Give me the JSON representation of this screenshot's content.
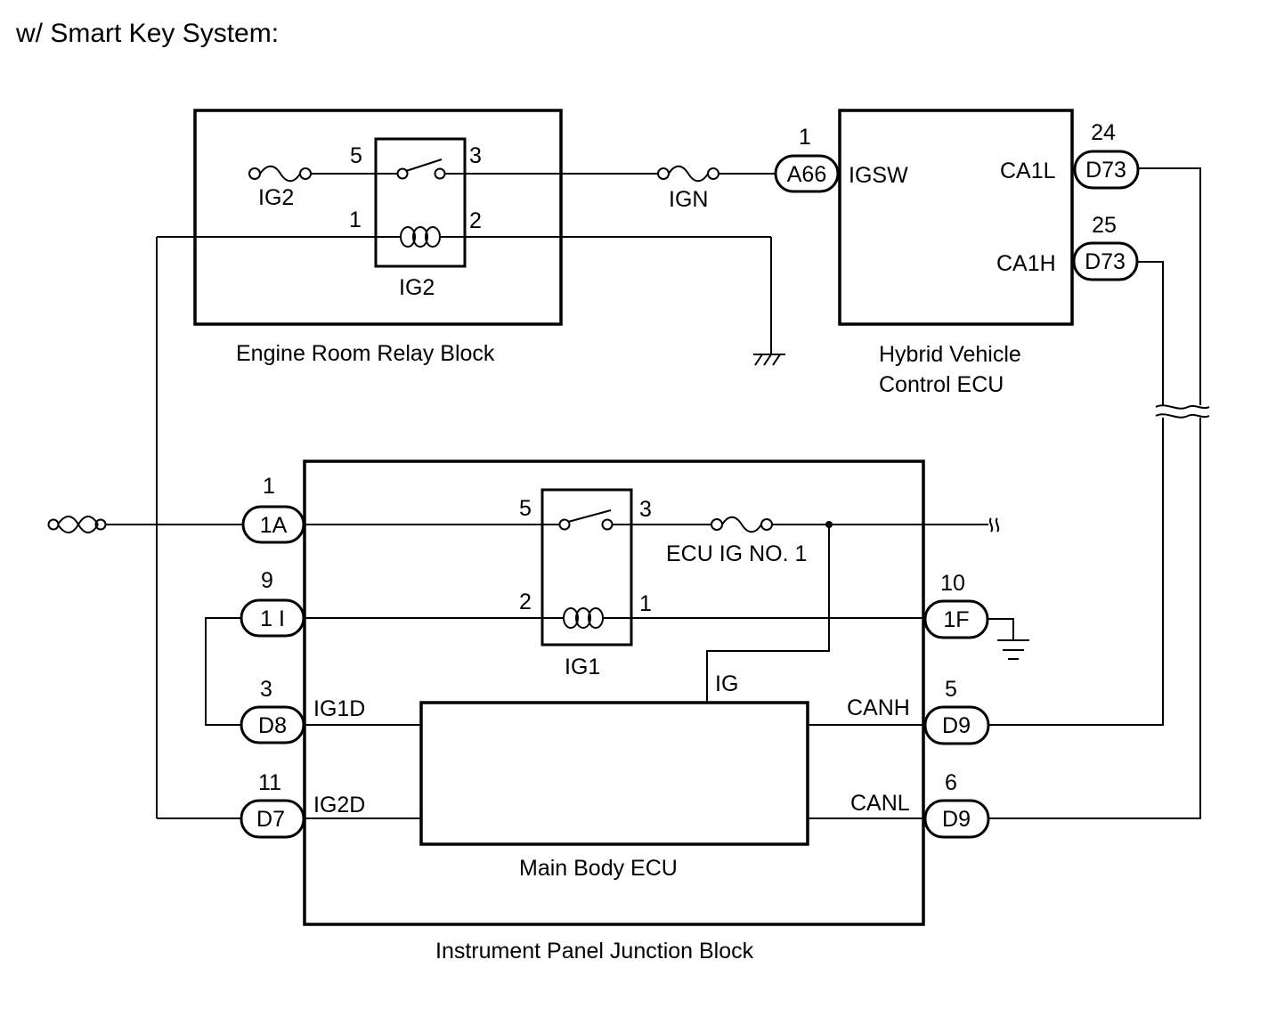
{
  "title": "w/ Smart Key System:",
  "blocks": {
    "engine_room": "Engine Room Relay Block",
    "hv_ecu_line1": "Hybrid Vehicle",
    "hv_ecu_line2": "Control ECU",
    "main_body": "Main Body ECU",
    "ip_junction": "Instrument Panel Junction Block"
  },
  "fuses": {
    "ig2": "IG2",
    "ign": "IGN",
    "ecu_ig": "ECU IG NO. 1"
  },
  "relays": {
    "ig2": "IG2",
    "ig1": "IG1"
  },
  "relay_pins": {
    "ig2_p5": "5",
    "ig2_p3": "3",
    "ig2_p1": "1",
    "ig2_p2": "2",
    "ig1_p5": "5",
    "ig1_p3": "3",
    "ig1_p2": "2",
    "ig1_p1": "1"
  },
  "terminals": {
    "igsw": "IGSW",
    "ca1l": "CA1L",
    "ca1h": "CA1H",
    "ig1d": "IG1D",
    "ig2d": "IG2D",
    "ig": "IG",
    "canh": "CANH",
    "canl": "CANL"
  },
  "connectors": [
    {
      "id": "A66",
      "pin": "1"
    },
    {
      "id": "D73",
      "pin": "24"
    },
    {
      "id": "D73",
      "pin": "25"
    },
    {
      "id": "1A",
      "pin": "1"
    },
    {
      "id": "1 I",
      "pin": "9"
    },
    {
      "id": "D8",
      "pin": "3"
    },
    {
      "id": "D7",
      "pin": "11"
    },
    {
      "id": "1F",
      "pin": "10"
    },
    {
      "id": "D9",
      "pin": "5"
    },
    {
      "id": "D9",
      "pin": "6"
    }
  ]
}
